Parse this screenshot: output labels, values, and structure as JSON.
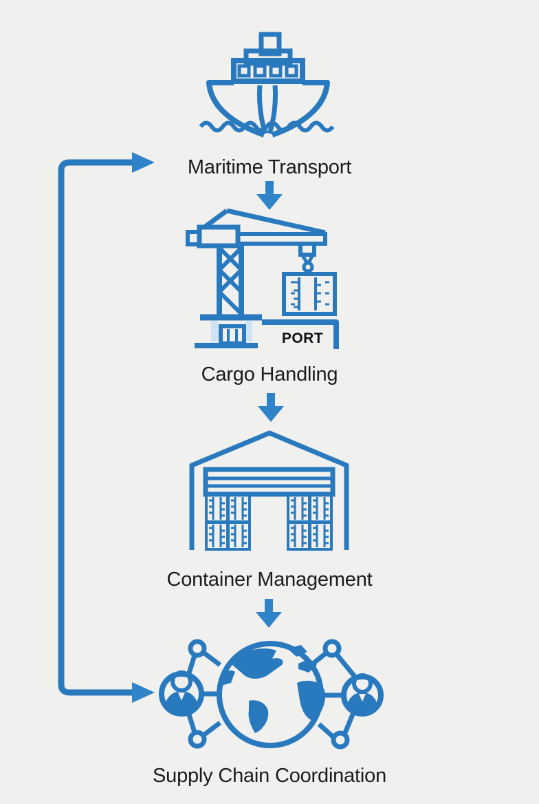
{
  "palette": {
    "background": "#f0f0ee",
    "icon_blue": "#2979bf",
    "arrow_blue": "#2e83c9",
    "light_blue_fill": "#cde4f6",
    "text_color": "#1b1b1b"
  },
  "flow": {
    "steps": [
      {
        "id": "maritime-transport",
        "label": "Maritime Transport",
        "icon": "cargo-ship-icon"
      },
      {
        "id": "cargo-handling",
        "label": "Cargo Handling",
        "icon": "port-crane-icon",
        "icon_caption": "PORT"
      },
      {
        "id": "container-management",
        "label": "Container Management",
        "icon": "warehouse-containers-icon"
      },
      {
        "id": "supply-chain-coordination",
        "label": "Supply Chain Coordination",
        "icon": "global-network-icon"
      }
    ],
    "connectors": [
      {
        "from": "maritime-transport",
        "to": "cargo-handling",
        "type": "down-arrow"
      },
      {
        "from": "cargo-handling",
        "to": "container-management",
        "type": "down-arrow"
      },
      {
        "from": "container-management",
        "to": "supply-chain-coordination",
        "type": "down-arrow"
      },
      {
        "from": "supply-chain-coordination",
        "to": "maritime-transport",
        "type": "left-side-loop-double-arrow"
      }
    ]
  }
}
